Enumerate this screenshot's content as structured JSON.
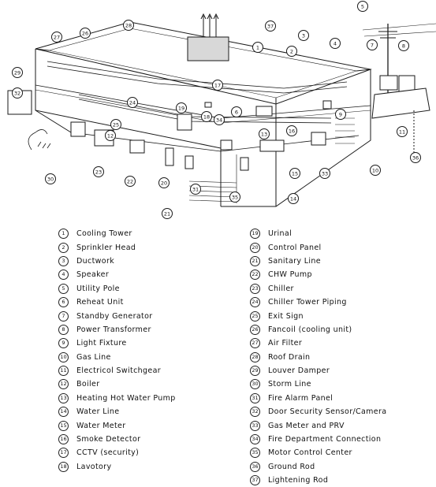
{
  "legend": [
    {
      "num": "1",
      "label": "Cooling Tower"
    },
    {
      "num": "2",
      "label": "Sprinkler Head"
    },
    {
      "num": "3",
      "label": "Ductwork"
    },
    {
      "num": "4",
      "label": "Speaker"
    },
    {
      "num": "5",
      "label": "Utility Pole"
    },
    {
      "num": "6",
      "label": "Reheat Unit"
    },
    {
      "num": "7",
      "label": "Standby Generator"
    },
    {
      "num": "8",
      "label": "Power Transformer"
    },
    {
      "num": "9",
      "label": "Light Fixture"
    },
    {
      "num": "10",
      "label": "Gas Line"
    },
    {
      "num": "11",
      "label": "Electricol Switchgear"
    },
    {
      "num": "12",
      "label": "Boiler"
    },
    {
      "num": "13",
      "label": "Heating Hot Water Pump"
    },
    {
      "num": "14",
      "label": "Water Line"
    },
    {
      "num": "15",
      "label": "Water Meter"
    },
    {
      "num": "16",
      "label": "Smoke Detector"
    },
    {
      "num": "17",
      "label": "CCTV (security)"
    },
    {
      "num": "18",
      "label": "Lavotory"
    },
    {
      "num": "19",
      "label": "Urinal"
    },
    {
      "num": "20",
      "label": "Control Panel"
    },
    {
      "num": "21",
      "label": "Sanitary Line"
    },
    {
      "num": "22",
      "label": "CHW Pump"
    },
    {
      "num": "23",
      "label": "Chiller"
    },
    {
      "num": "24",
      "label": "Chiller Tower Piping"
    },
    {
      "num": "25",
      "label": "Exit Sign"
    },
    {
      "num": "26",
      "label": "Fancoil (cooling unit)"
    },
    {
      "num": "27",
      "label": "Air Filter"
    },
    {
      "num": "28",
      "label": "Roof Drain"
    },
    {
      "num": "29",
      "label": "Louver Damper"
    },
    {
      "num": "30",
      "label": "Storm Line"
    },
    {
      "num": "31",
      "label": "Fire Alarm Panel"
    },
    {
      "num": "32",
      "label": "Door Security Sensor/Camera"
    },
    {
      "num": "33",
      "label": "Gas Meter and PRV"
    },
    {
      "num": "34",
      "label": "Fire Department Connection"
    },
    {
      "num": "35",
      "label": "Motor Control Center"
    },
    {
      "num": "36",
      "label": "Ground Rod"
    },
    {
      "num": "37",
      "label": "Lightening Rod"
    }
  ],
  "callouts": [
    "1",
    "2",
    "3",
    "4",
    "5",
    "6",
    "7",
    "8",
    "9",
    "10",
    "11",
    "12",
    "13",
    "14",
    "15",
    "16",
    "17",
    "18",
    "19",
    "20",
    "21",
    "22",
    "23",
    "24",
    "25",
    "26",
    "27",
    "28",
    "29",
    "30",
    "31",
    "32",
    "33",
    "34",
    "35",
    "36",
    "37"
  ]
}
